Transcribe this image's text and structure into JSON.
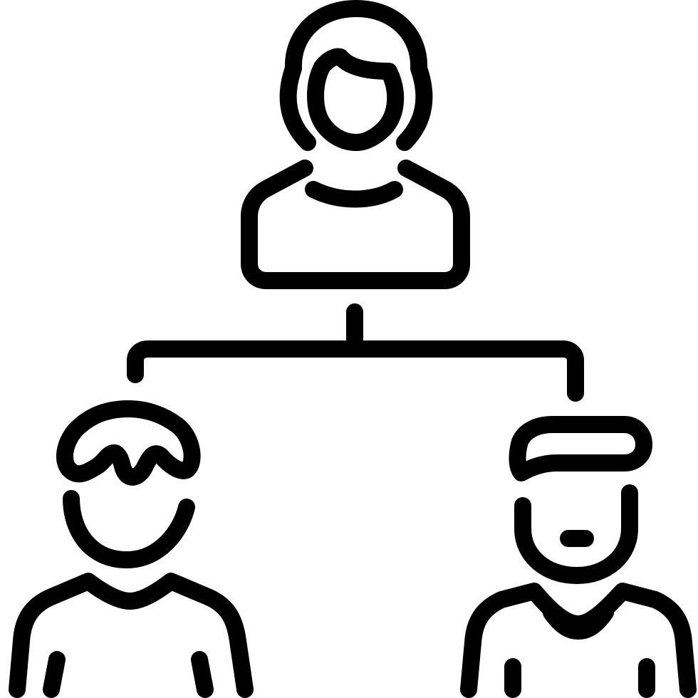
{
  "icon": {
    "name": "organization-hierarchy-icon",
    "stroke_color": "#000000",
    "background_color": "#ffffff",
    "nodes": [
      {
        "role": "top",
        "figure": "woman-avatar-icon"
      },
      {
        "role": "bottom-left",
        "figure": "man-avatar-icon"
      },
      {
        "role": "bottom-right",
        "figure": "man-avatar-icon"
      }
    ]
  }
}
